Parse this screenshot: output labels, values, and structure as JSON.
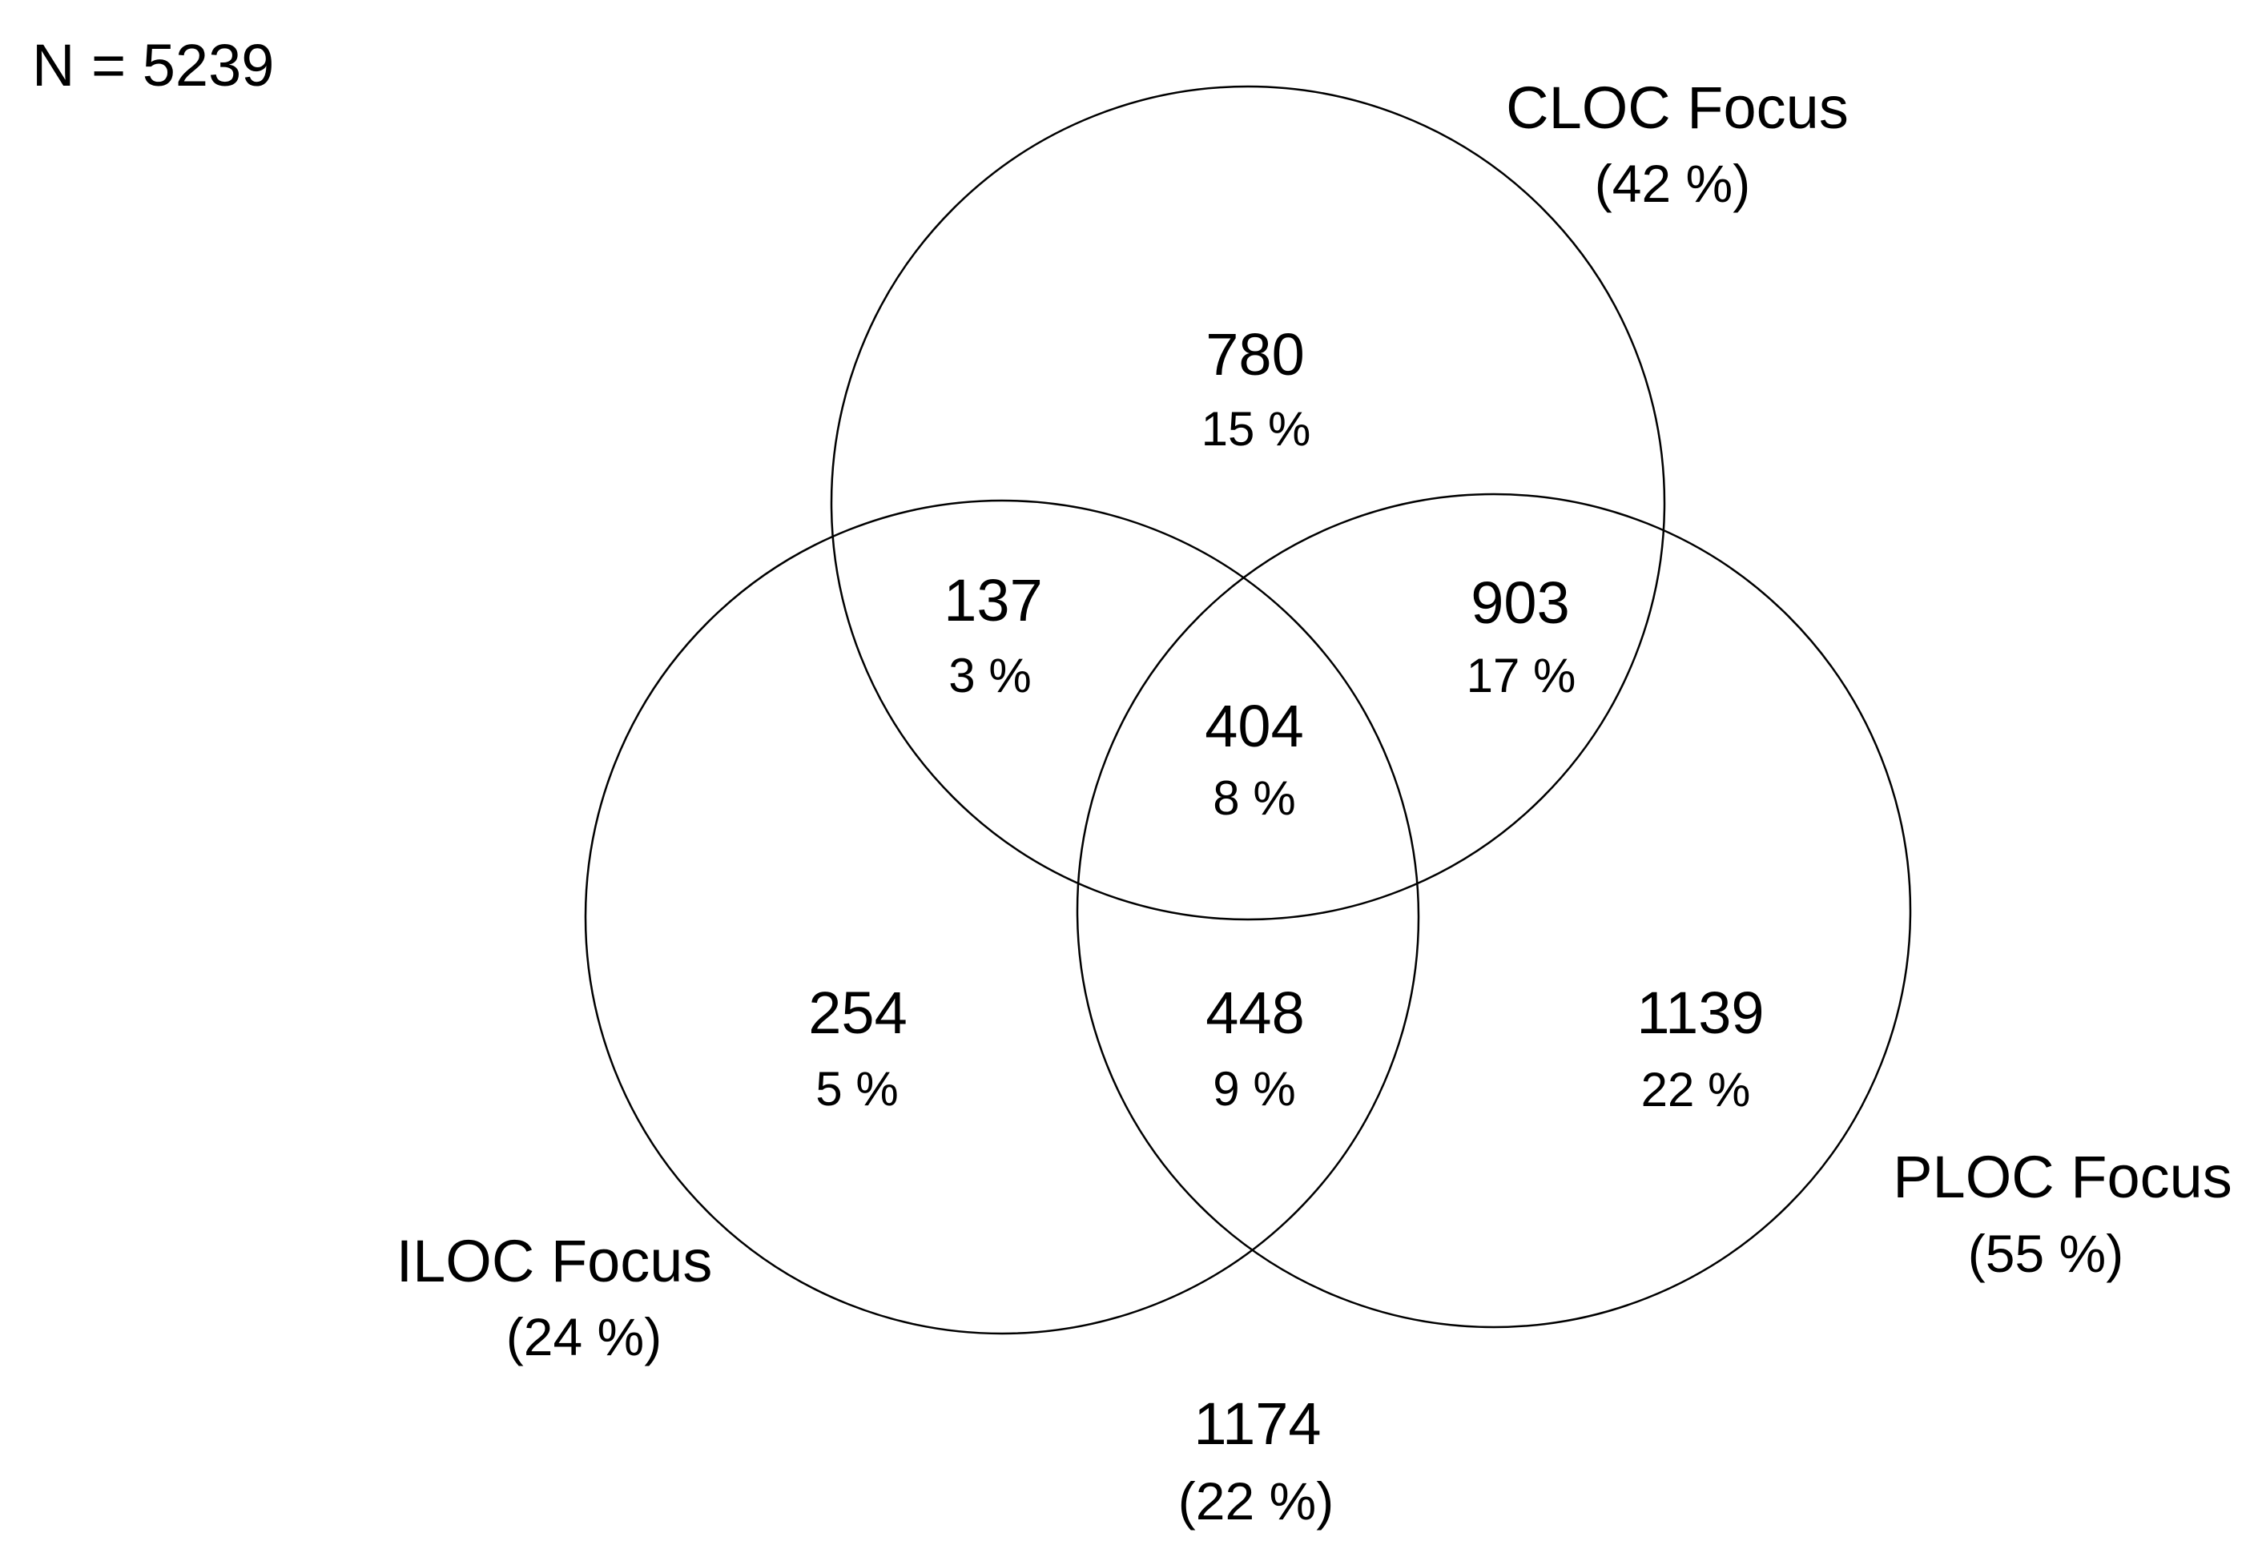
{
  "figure": {
    "n_label": "N = 5239",
    "sets": {
      "cloc": {
        "label": "CLOC Focus",
        "sub": "(42 %)"
      },
      "iloc": {
        "label": "ILOC Focus",
        "sub": "(24 %)"
      },
      "ploc": {
        "label": "PLOC Focus",
        "sub": "(55 %)"
      }
    },
    "regions": {
      "cloc_only": {
        "count": "780",
        "pct": "15 %"
      },
      "cloc_iloc": {
        "count": "137",
        "pct": "3 %"
      },
      "cloc_ploc": {
        "count": "903",
        "pct": "17 %"
      },
      "all_three": {
        "count": "404",
        "pct": "8 %"
      },
      "iloc_only": {
        "count": "254",
        "pct": "5 %"
      },
      "iloc_ploc": {
        "count": "448",
        "pct": "9 %"
      },
      "ploc_only": {
        "count": "1139",
        "pct": "22 %"
      },
      "outside": {
        "count": "1174",
        "pct": "(22 %)"
      }
    },
    "colors": {
      "stroke": "#000000",
      "background": "#ffffff"
    }
  },
  "chart_data": {
    "type": "venn",
    "title": "",
    "annotation": "N = 5239",
    "total_n": 5239,
    "sets": [
      {
        "name": "CLOC Focus",
        "share_of_total_percent": 42
      },
      {
        "name": "ILOC Focus",
        "share_of_total_percent": 24
      },
      {
        "name": "PLOC Focus",
        "share_of_total_percent": 55
      }
    ],
    "regions": [
      {
        "sets": [
          "CLOC Focus"
        ],
        "count": 780,
        "percent": 15
      },
      {
        "sets": [
          "CLOC Focus",
          "ILOC Focus"
        ],
        "count": 137,
        "percent": 3
      },
      {
        "sets": [
          "CLOC Focus",
          "PLOC Focus"
        ],
        "count": 903,
        "percent": 17
      },
      {
        "sets": [
          "CLOC Focus",
          "ILOC Focus",
          "PLOC Focus"
        ],
        "count": 404,
        "percent": 8
      },
      {
        "sets": [
          "ILOC Focus"
        ],
        "count": 254,
        "percent": 5
      },
      {
        "sets": [
          "ILOC Focus",
          "PLOC Focus"
        ],
        "count": 448,
        "percent": 9
      },
      {
        "sets": [
          "PLOC Focus"
        ],
        "count": 1139,
        "percent": 22
      },
      {
        "sets": [],
        "count": 1174,
        "percent": 22,
        "note": "outside all three sets"
      }
    ],
    "legend_position": "labels adjacent to circles",
    "grid": false
  }
}
